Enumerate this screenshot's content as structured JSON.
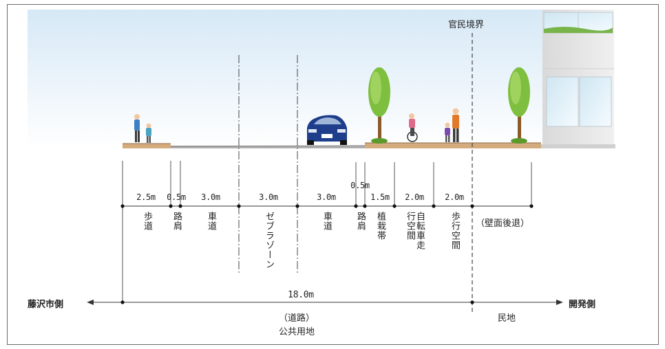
{
  "boundary_label": "官民境界",
  "segments": [
    {
      "width": "2.5m",
      "name": "歩道"
    },
    {
      "width": "0.5m",
      "name": "路肩"
    },
    {
      "width": "3.0m",
      "name": "車道"
    },
    {
      "width": "3.0m",
      "name": "ゼブラゾーン"
    },
    {
      "width": "3.0m",
      "name": "車道"
    },
    {
      "width": "0.5m",
      "name": "路肩"
    },
    {
      "width": "1.5m",
      "name": "植栽帯"
    },
    {
      "width": "2.0m",
      "name": "自転車走行空間"
    },
    {
      "width": "2.0m",
      "name": "歩行空間"
    }
  ],
  "setback": {
    "name": "（壁面後退）"
  },
  "total_width": "18.0m",
  "left_direction": "藤沢市側",
  "right_direction": "開発側",
  "road_label": "（道路）",
  "public_land_label": "公共用地",
  "private_land_label": "民地",
  "colors": {
    "sky": "#eaf3fb",
    "ground": "#c8a277",
    "car": "#1e3e8c",
    "tree": "#7fbf3f",
    "building": "#e5e5e5"
  }
}
